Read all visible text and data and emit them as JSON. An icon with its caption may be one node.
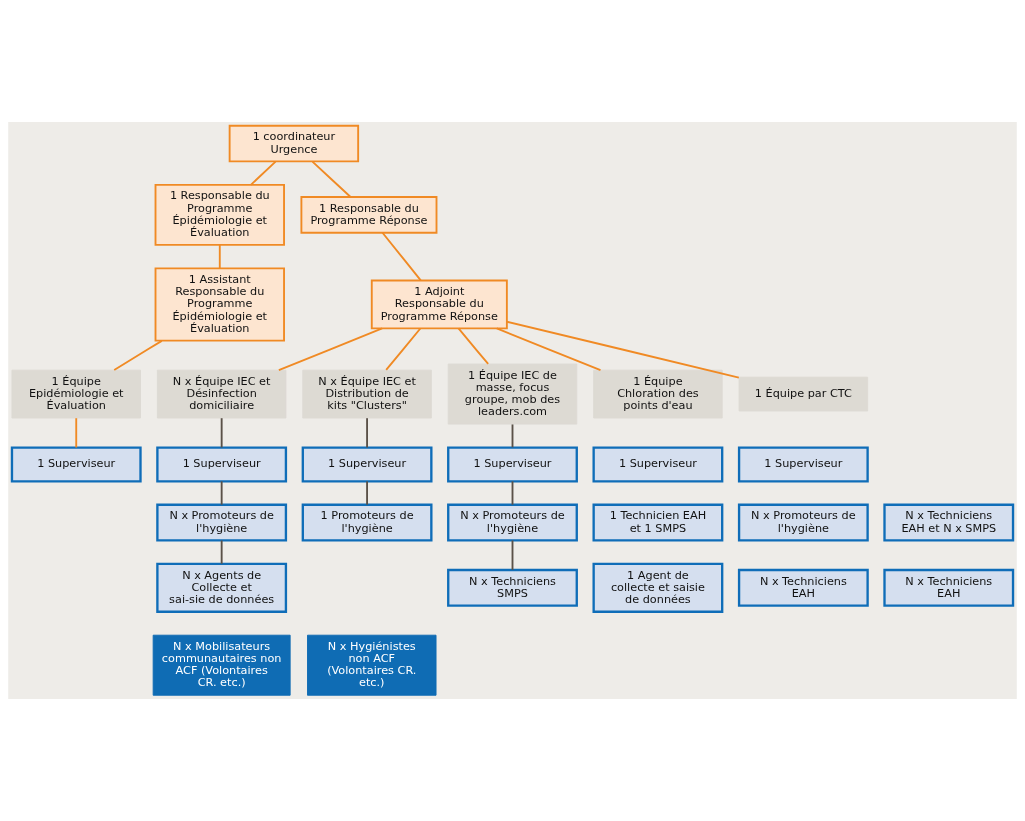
{
  "diagram": {
    "nodes": [
      {
        "text": [
          "1 coordinateur Urgence"
        ]
      },
      {
        "text": [
          "1 Responsable du Programme Épidémiologie et Évaluation"
        ]
      },
      {
        "text": [
          "1 Responsable du Programme Réponse"
        ]
      },
      {
        "text": [
          "1 Assistant Responsable du Programme Épidémiologie et Évaluation"
        ]
      },
      {
        "text": [
          "1 Adjoint Responsable du Programme Réponse"
        ]
      },
      {
        "text": [
          "1 Équipe Epidémiologie et Évaluation"
        ]
      },
      {
        "text": [
          "N x Équipe IEC et Désinfection domiciliaire"
        ]
      },
      {
        "text": [
          "N x Équipe IEC et Distribution de kits \"Clusters\""
        ]
      },
      {
        "text": [
          "1 Équipe IEC de masse, focus groupe, mob des leaders.com"
        ]
      },
      {
        "text": [
          "1 Équipe Chloration des points d'eau"
        ]
      },
      {
        "text": [
          "1 Équipe par CTC"
        ]
      },
      {
        "text": [
          "1 Superviseur"
        ]
      },
      {
        "text": [
          "1 Superviseur"
        ]
      },
      {
        "text": [
          "1 Superviseur"
        ]
      },
      {
        "text": [
          "1 Superviseur"
        ]
      },
      {
        "text": [
          "1 Superviseur"
        ]
      },
      {
        "text": [
          "1 Superviseur"
        ]
      },
      {
        "text": [
          "1 Technicien EAH et 1 SMPS"
        ]
      },
      {
        "text": [
          "N x Promoteurs de l'hygiène"
        ]
      },
      {
        "text": [
          "1 Promoteurs de l'hygiène"
        ]
      },
      {
        "text": [
          "N x Promoteurs de l'hygiène"
        ]
      },
      {
        "text": [
          "N x Promoteurs de l'hygiène"
        ]
      },
      {
        "text": [
          "N x Techniciens EAH et N x SMPS"
        ]
      },
      {
        "text": [
          "1 Agent de collecte et saisie de données"
        ]
      },
      {
        "text": [
          "N x Agents de Collecte et sai-sie de données"
        ]
      },
      {
        "text": [
          "N x Techniciens SMPS"
        ]
      },
      {
        "text": [
          "N x Techniciens EAH"
        ]
      },
      {
        "text": [
          "N x Techniciens EAH"
        ]
      },
      {
        "text": [
          "N x Mobilisateurs communautaires non ACF (Volontaires CR. etc.)"
        ]
      },
      {
        "text": [
          "N x Hygiénistes non ACF (Volontaires CR. etc.)"
        ]
      }
    ],
    "edges": [
      {
        "from": 0,
        "to": 1,
        "arrow": "none"
      },
      {
        "from": 0,
        "to": 2,
        "arrow": "none"
      },
      {
        "from": 1,
        "to": 3,
        "arrow": "none"
      },
      {
        "from": 3,
        "to": 5,
        "arrow": "none"
      },
      {
        "from": 5,
        "to": 11,
        "arrow": "none"
      },
      {
        "from": 2,
        "to": 4,
        "arrow": "none"
      },
      {
        "from": 4,
        "to": 6,
        "arrow": "none"
      },
      {
        "from": 4,
        "to": 7,
        "arrow": "none"
      },
      {
        "from": 4,
        "to": 8,
        "arrow": "none"
      },
      {
        "from": 4,
        "to": 9,
        "arrow": "none"
      },
      {
        "from": 4,
        "to": 10,
        "arrow": "none"
      },
      {
        "from": 6,
        "to": 12,
        "arrow": "none",
        "color": "#5a5148"
      },
      {
        "from": 12,
        "to": 18,
        "arrow": "none",
        "color": "#5a5148"
      },
      {
        "from": 18,
        "to": 24,
        "arrow": "none",
        "color": "#5a5148"
      },
      {
        "from": 7,
        "to": 13,
        "arrow": "none",
        "color": "#5a5148"
      },
      {
        "from": 13,
        "to": 19,
        "arrow": "none",
        "color": "#5a5148"
      },
      {
        "from": 8,
        "to": 14,
        "arrow": "none",
        "color": "#5a5148"
      },
      {
        "from": 14,
        "to": 20,
        "arrow": "none",
        "color": "#5a5148"
      },
      {
        "from": 20,
        "to": 25,
        "arrow": "none",
        "color": "#5a5148"
      }
    ]
  }
}
